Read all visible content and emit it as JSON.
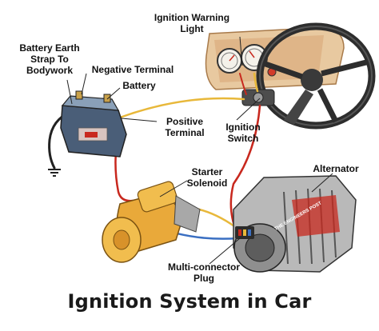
{
  "labels": {
    "ignition_warning_light": "Ignition Warning\nLight",
    "battery_earth_strap": "Battery Earth\nStrap To\nBodywork",
    "negative_terminal": "Negative Terminal",
    "battery": "Battery",
    "positive_terminal": "Positive\nTerminal",
    "ignition_switch": "Ignition\nSwitch",
    "starter_solenoid": "Starter\nSolenoid",
    "alternator": "Alternator",
    "multi_connector_plug": "Multi-connector\nPlug"
  },
  "alternator_stamp": "THE ENGINEERS POST",
  "title": "Ignition System in Car",
  "colors": {
    "wire_red": "#c8281e",
    "wire_yellow": "#e8b83a",
    "wire_blue": "#3a6fc2",
    "battery_body": "#4a5e78",
    "starter_body": "#e9a93a",
    "dashboard": "#e8c9a0"
  }
}
